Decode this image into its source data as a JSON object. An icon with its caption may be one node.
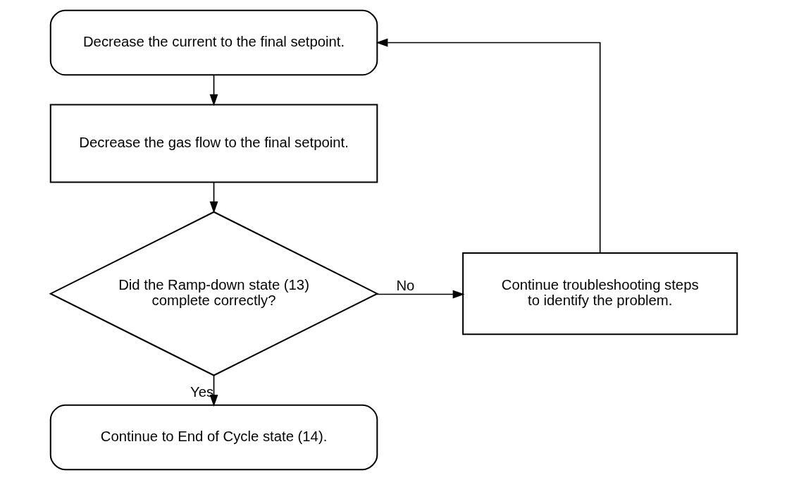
{
  "diagram": {
    "nodes": [
      {
        "text": [
          "Decrease the current to the final setpoint."
        ]
      },
      {
        "text": [
          "Decrease the gas flow to the final setpoint."
        ]
      },
      {
        "text": [
          "Did the Ramp-down state (13) complete correctly?"
        ]
      },
      {
        "text": [
          "Continue troubleshooting steps to identify the problem."
        ]
      },
      {
        "text": [
          "Continue to End of Cycle state (14)."
        ]
      }
    ],
    "edges": [
      {
        "from": 0,
        "to": 1,
        "arrow": "to"
      },
      {
        "from": 1,
        "to": 2,
        "arrow": "to"
      },
      {
        "from": 2,
        "to": 3,
        "arrow": "to",
        "label": "No"
      },
      {
        "from": 2,
        "to": 4,
        "arrow": "to",
        "label": "Yes"
      },
      {
        "from": 3,
        "to": 0,
        "arrow": "to"
      }
    ]
  }
}
